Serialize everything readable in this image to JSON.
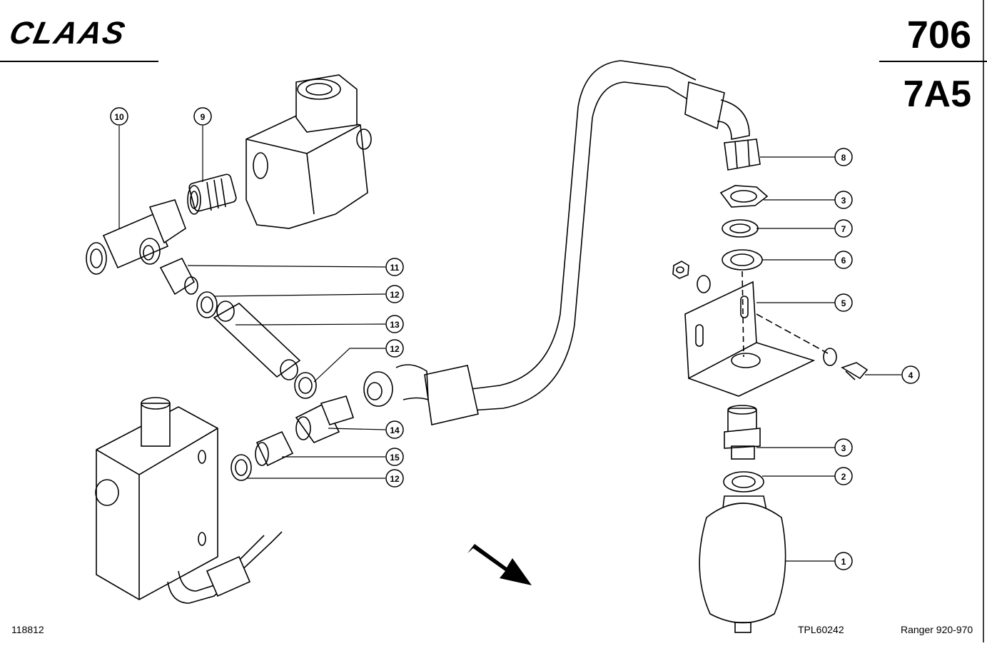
{
  "header": {
    "brand": "CLAAS",
    "page_number": "706",
    "group_code": "7A5"
  },
  "footer": {
    "drawing_id": "118812",
    "plate_code": "TPL60242",
    "model": "Ranger 920-970"
  },
  "callouts": [
    {
      "id": "callout-10",
      "label": "10"
    },
    {
      "id": "callout-9",
      "label": "9"
    },
    {
      "id": "callout-11",
      "label": "11"
    },
    {
      "id": "callout-12a",
      "label": "12"
    },
    {
      "id": "callout-13",
      "label": "13"
    },
    {
      "id": "callout-12b",
      "label": "12"
    },
    {
      "id": "callout-14",
      "label": "14"
    },
    {
      "id": "callout-15",
      "label": "15"
    },
    {
      "id": "callout-12c",
      "label": "12"
    },
    {
      "id": "callout-8",
      "label": "8"
    },
    {
      "id": "callout-3a",
      "label": "3"
    },
    {
      "id": "callout-7",
      "label": "7"
    },
    {
      "id": "callout-6",
      "label": "6"
    },
    {
      "id": "callout-5",
      "label": "5"
    },
    {
      "id": "callout-4",
      "label": "4"
    },
    {
      "id": "callout-3b",
      "label": "3"
    },
    {
      "id": "callout-2",
      "label": "2"
    },
    {
      "id": "callout-1",
      "label": "1"
    }
  ]
}
